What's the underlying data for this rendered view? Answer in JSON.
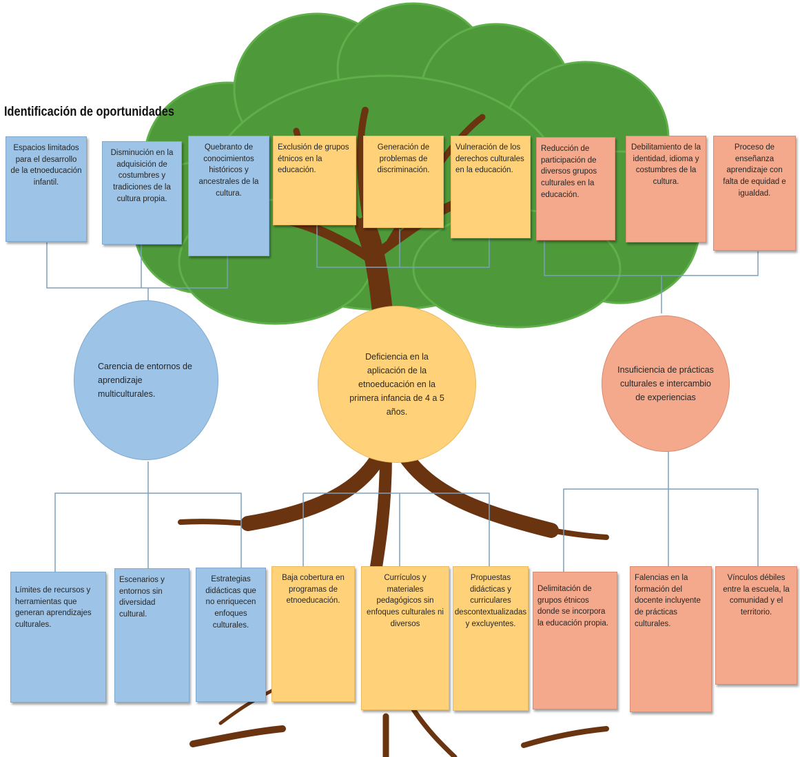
{
  "title": "Identificación de oportunidades",
  "colors": {
    "blue": "#9dc3e6",
    "yellow": "#ffd27a",
    "salmon": "#f4a98c",
    "foliage": "#4e9a3a",
    "trunk": "#6b3410"
  },
  "circles": {
    "left": "Carencia de entornos de aprendizaje multiculturales.",
    "center": "Deficiencia en la aplicación de la etnoeducación en la primera infancia de 4 a 5 años.",
    "right": "Insuficiencia de prácticas culturales e intercambio de experiencias"
  },
  "top_boxes": [
    "Espacios limitados para el desarrollo de la etnoeducación infantil.",
    "Disminución en la adquisición de costumbres y tradiciones de la cultura propia.",
    "Quebranto de conocimientos históricos y ancestrales de la cultura.",
    "Exclusión de grupos étnicos en la educación.",
    "Generación de problemas de discriminación.",
    "Vulneración de los derechos culturales en la educación.",
    "Reducción de participación de diversos grupos culturales en la educación.",
    "Debilitamiento de la identidad, idioma y costumbres de la cultura.",
    "Proceso de enseñanza aprendizaje con falta de equidad e igualdad."
  ],
  "bottom_boxes": [
    "Límites de recursos y herramientas que generan aprendizajes culturales.",
    "Escenarios y entornos sin diversidad cultural.",
    "Estrategias didácticas que no enriquecen enfoques culturales.",
    "Baja cobertura en programas de etnoeducación.",
    "Currículos y materiales pedagógicos sin enfoques culturales ni diversos",
    "Propuestas didácticas y curriculares descontextualizadas y excluyentes.",
    "Delimitación de grupos étnicos donde se incorpora la educación propia.",
    "Falencias en la formación del docente incluyente de prácticas culturales.",
    "Vínculos débiles entre la escuela, la comunidad y el territorio."
  ]
}
